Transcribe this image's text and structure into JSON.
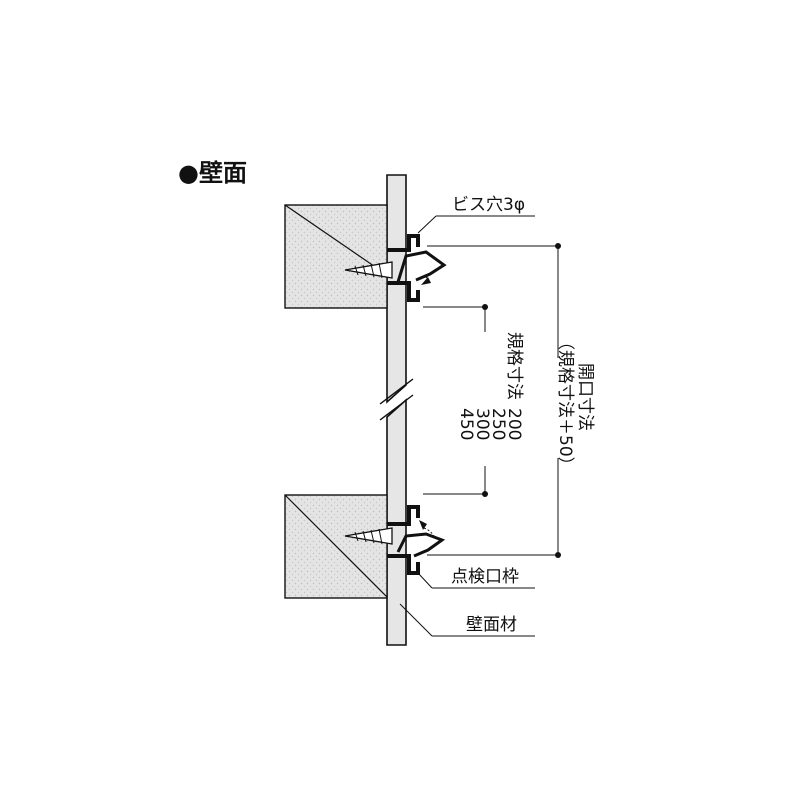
{
  "heading": "●壁面",
  "labels": {
    "screw_hole": "ビス穴3φ",
    "inspection_frame": "点検口枠",
    "wall_material": "壁面材"
  },
  "dimensions": {
    "standard_label": "規格寸法",
    "standard_sizes": [
      "200",
      "250",
      "300",
      "450"
    ],
    "opening_label": "開口寸法",
    "opening_note": "（規格寸法＋50）"
  }
}
